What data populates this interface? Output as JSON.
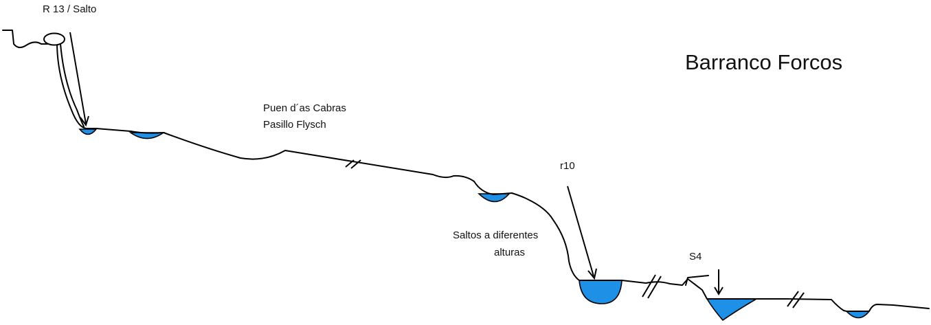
{
  "title": "Barranco Forcos",
  "labels": {
    "r13": "R 13 / Salto",
    "puen_line1": "Puen d´as Cabras",
    "puen_line2": "Pasillo Flysch",
    "saltos_line1": "Saltos a diferentes",
    "saltos_line2": "alturas",
    "r10": "r10",
    "s4": "S4"
  },
  "colors": {
    "water": "#1e90e6",
    "line": "#000000"
  }
}
